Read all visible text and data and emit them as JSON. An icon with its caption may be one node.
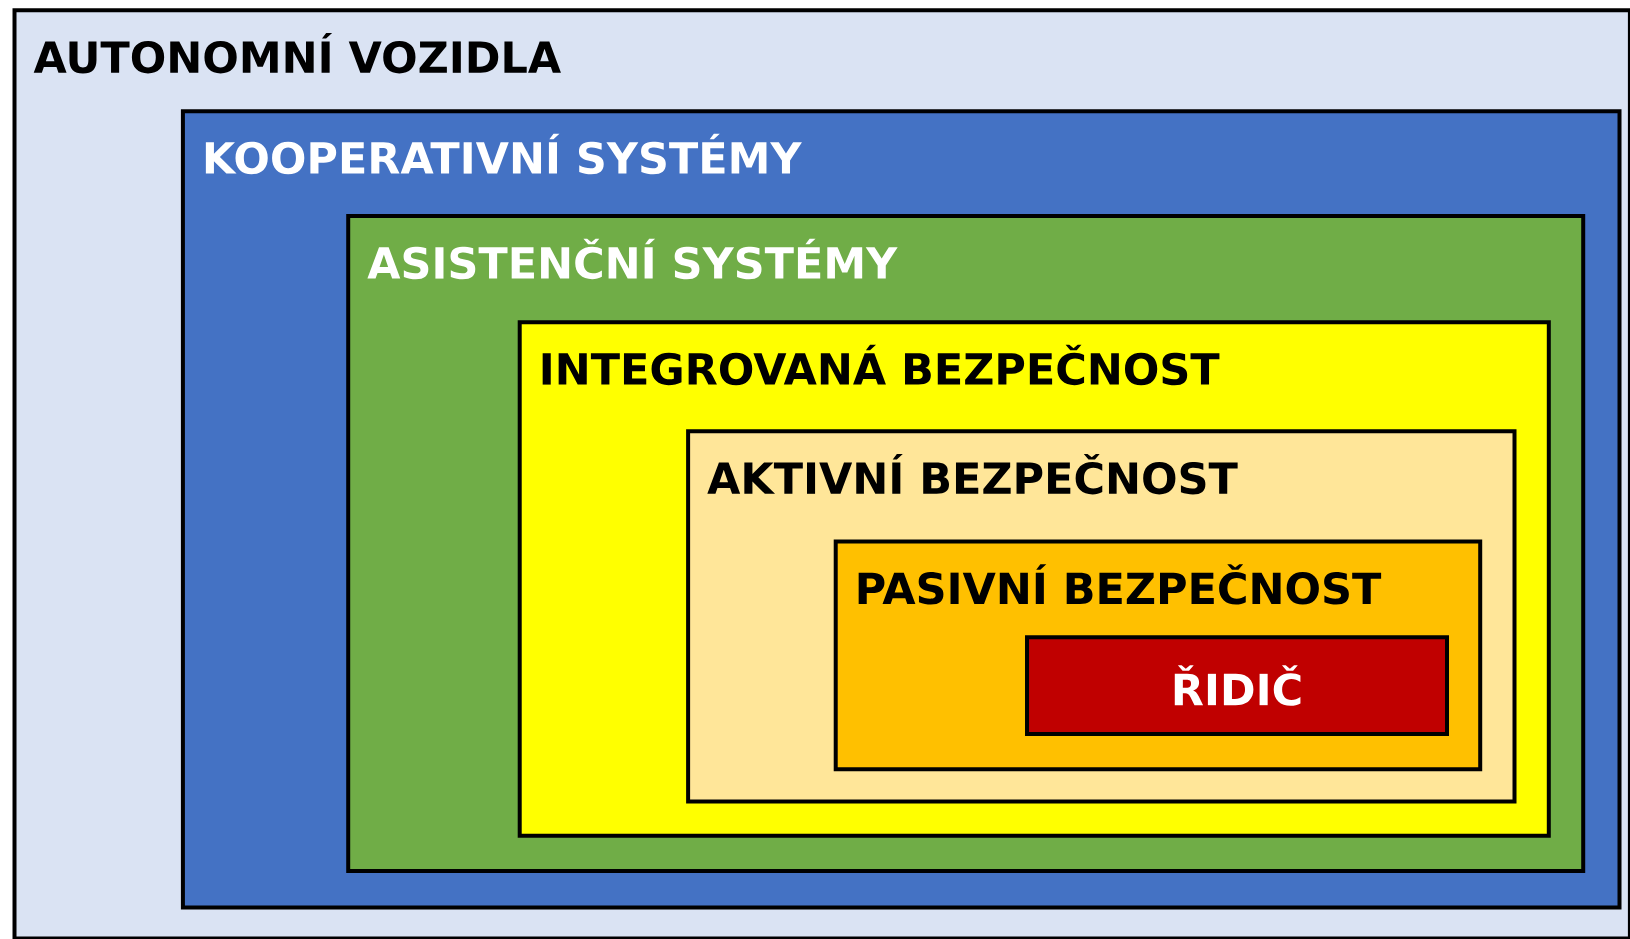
{
  "diagram": {
    "nodes": [
      {
        "text": [
          "AUTONOMNÍ VOZIDLA"
        ]
      },
      {
        "text": [
          "KOOPERATIVNÍ SYSTÉMY"
        ],
        "in": 0
      },
      {
        "text": [
          "ASISTENČNÍ SYSTÉMY"
        ],
        "in": 1
      },
      {
        "text": [
          "INTEGROVANÁ BEZPEČNOST"
        ],
        "in": 2
      },
      {
        "text": [
          "AKTIVNÍ BEZPEČNOST"
        ],
        "in": 3
      },
      {
        "text": [
          "PASIVNÍ BEZPEČNOST"
        ],
        "in": 4
      },
      {
        "text": [
          "ŘIDIČ"
        ],
        "in": 5
      }
    ]
  }
}
